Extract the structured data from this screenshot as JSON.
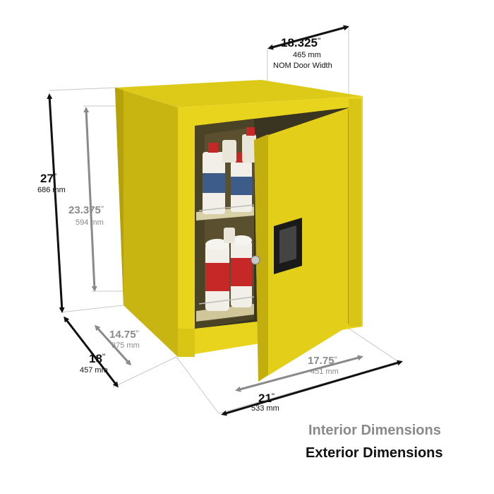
{
  "product": {
    "description": "Yellow safety storage cabinet with one door open showing aerosol cans on two shelves",
    "colors": {
      "cabinet": "#e6d21a",
      "cabinet_shadow": "#b9a60c",
      "cabinet_dark": "#8a7b06",
      "exterior_line": "#111111",
      "interior_line": "#8a8a8a"
    }
  },
  "dimensions": {
    "door_width": {
      "value": "18.325",
      "unit_mark": "\"",
      "metric": "465 mm",
      "note": "NOM Door Width"
    },
    "ext_height": {
      "value": "27",
      "unit_mark": "\"",
      "metric": "686 mm"
    },
    "int_height": {
      "value": "23.375",
      "unit_mark": "\"",
      "metric": "594 mm"
    },
    "int_depth": {
      "value": "14.75",
      "unit_mark": "\"",
      "metric": "375 mm"
    },
    "ext_depth": {
      "value": "18",
      "unit_mark": "\"",
      "metric": "457 mm"
    },
    "int_width": {
      "value": "17.75",
      "unit_mark": "\"",
      "metric": "451 mm"
    },
    "ext_width": {
      "value": "21",
      "unit_mark": "\"",
      "metric": "533 mm"
    }
  },
  "legend": {
    "interior": "Interior Dimensions",
    "exterior": "Exterior Dimensions"
  }
}
